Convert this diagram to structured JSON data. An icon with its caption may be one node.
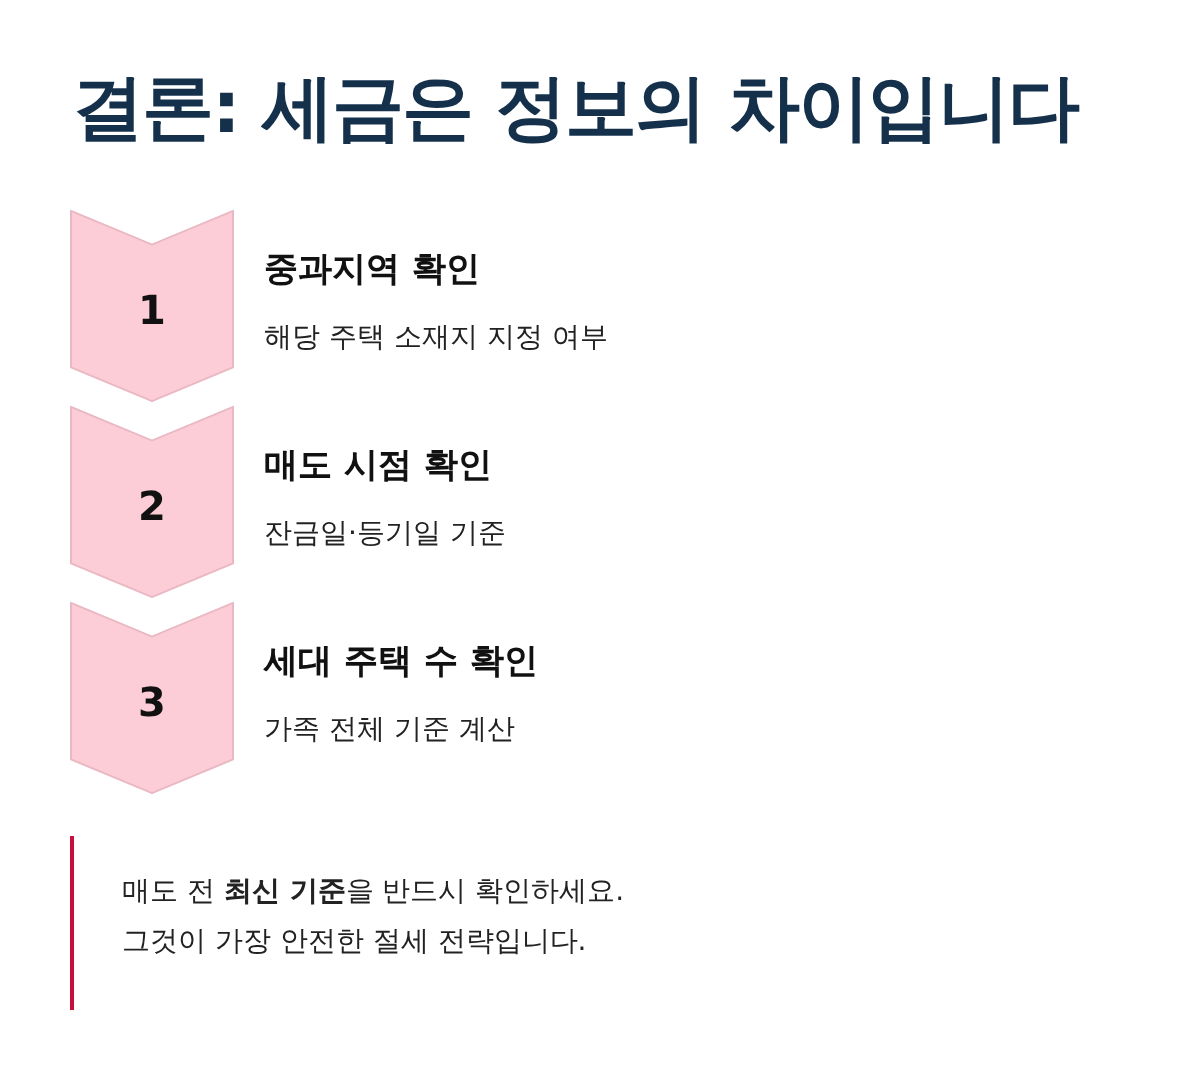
{
  "diagram": {
    "title": "결론: 세금은 정보의 차이입니다",
    "nodes": [
      {
        "text": [
          "1"
        ],
        "beside": [
          "중과지역 확인",
          "해당 주택 소재지 지정 여부"
        ]
      },
      {
        "text": [
          "2"
        ],
        "beside": [
          "매도 시점 확인",
          "잔금일·등기일 기준"
        ]
      },
      {
        "text": [
          "3"
        ],
        "beside": [
          "세대 주택 수 확인",
          "가족 전체 기준 계산"
        ]
      },
      {
        "text": [
          "매도 전 **최신 기준**을 반드시 확인하세요. 그것이 가장 안전한 절세 전략입니다."
        ]
      }
    ],
    "edges": []
  }
}
